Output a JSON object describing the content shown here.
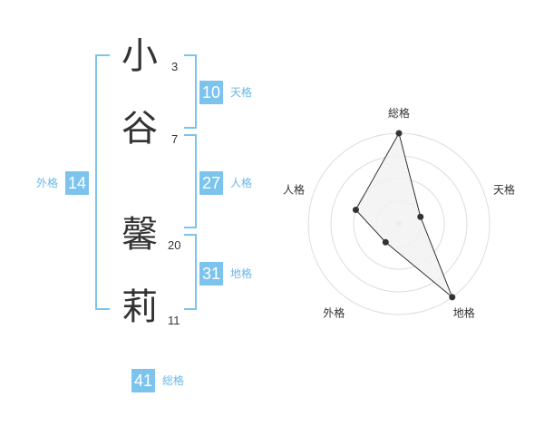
{
  "colors": {
    "badge": "#7cc4ee",
    "label": "#6ab8e6",
    "bracket": "#7cc4ee",
    "radar_fill": "#f2f2f2",
    "radar_grid": "#dddddd",
    "radar_line": "#333333"
  },
  "name": {
    "surname": [
      {
        "char": "小",
        "strokes": "3"
      },
      {
        "char": "谷",
        "strokes": "7"
      }
    ],
    "given": [
      {
        "char": "馨",
        "strokes": "20"
      },
      {
        "char": "莉",
        "strokes": "11"
      }
    ]
  },
  "fortunes": {
    "tenkaku": {
      "value": "10",
      "label": "天格"
    },
    "jinkaku": {
      "value": "27",
      "label": "人格"
    },
    "chikaku": {
      "value": "31",
      "label": "地格"
    },
    "gaikaku": {
      "value": "14",
      "label": "外格"
    },
    "soukaku": {
      "value": "41",
      "label": "総格"
    }
  },
  "chart_data": {
    "type": "radar",
    "axes": [
      "総格",
      "天格",
      "地格",
      "外格",
      "人格"
    ],
    "values": [
      4,
      1,
      4,
      1,
      2
    ],
    "range": [
      0,
      4
    ],
    "grid_rings": 4
  }
}
